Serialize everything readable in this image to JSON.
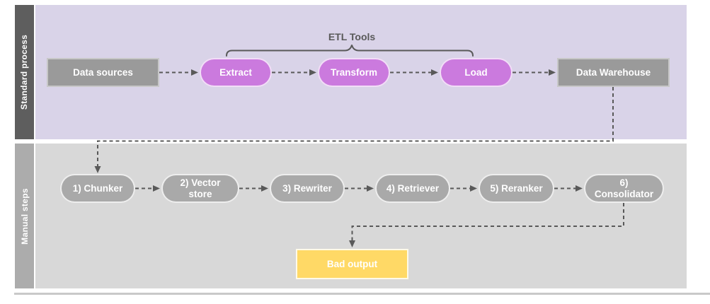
{
  "diagram": {
    "lanes": {
      "standard": {
        "label": "Standard process",
        "nodes": {
          "data_sources": "Data sources",
          "extract": "Extract",
          "transform": "Transform",
          "load": "Load",
          "data_warehouse": "Data Warehouse"
        },
        "bracket_label": "ETL Tools"
      },
      "manual": {
        "label": "Manual steps",
        "nodes": {
          "chunker": "1) Chunker",
          "vector_store": "2) Vector store",
          "rewriter": "3) Rewriter",
          "retriever": "4) Retriever",
          "reranker": "5) Reranker",
          "consolidator": "6) Consolidator",
          "bad_output": "Bad output"
        }
      }
    },
    "edges": [
      {
        "from": "Data sources",
        "to": "Extract"
      },
      {
        "from": "Extract",
        "to": "Transform"
      },
      {
        "from": "Transform",
        "to": "Load"
      },
      {
        "from": "Load",
        "to": "Data Warehouse"
      },
      {
        "from": "Data Warehouse",
        "to": "1) Chunker"
      },
      {
        "from": "1) Chunker",
        "to": "2) Vector store"
      },
      {
        "from": "2) Vector store",
        "to": "3) Rewriter"
      },
      {
        "from": "3) Rewriter",
        "to": "4) Retriever"
      },
      {
        "from": "4) Retriever",
        "to": "5) Reranker"
      },
      {
        "from": "5) Reranker",
        "to": "6) Consolidator"
      },
      {
        "from": "6) Consolidator",
        "to": "Bad output"
      }
    ],
    "connector_style": "dashed-arrow",
    "colors": {
      "standard_lane_strip": "#5e5e5e",
      "standard_lane_body": "#d9d3e8",
      "manual_lane_strip": "#acacac",
      "manual_lane_body": "#d8d8d8",
      "gray_rect_node": "#9a9a9a",
      "purple_pill_node": "#cb7ade",
      "gray_pill_node": "#a9a9a9",
      "bad_output_node": "#ffd966",
      "connector": "#595959",
      "node_text": "#ffffff",
      "bracket_text": "#595959"
    }
  }
}
